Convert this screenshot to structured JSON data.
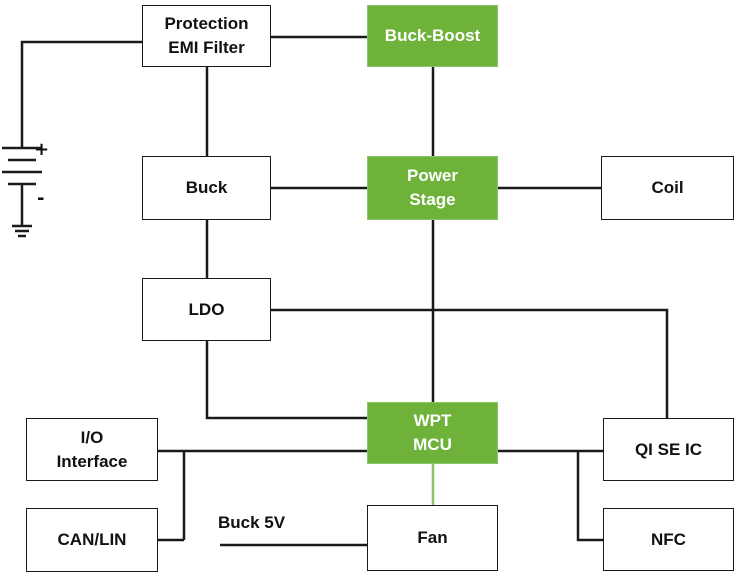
{
  "blocks": {
    "protection": {
      "label": "Protection\nEMI Filter"
    },
    "buck_boost": {
      "label": "Buck-Boost"
    },
    "buck": {
      "label": "Buck"
    },
    "power_stage": {
      "label": "Power\nStage"
    },
    "coil": {
      "label": "Coil"
    },
    "ldo": {
      "label": "LDO"
    },
    "wpt_mcu": {
      "label": "WPT\nMCU"
    },
    "io_interface": {
      "label": "I/O\nInterface"
    },
    "qi_se_ic": {
      "label": "QI SE IC"
    },
    "can_lin": {
      "label": "CAN/LIN"
    },
    "fan": {
      "label": "Fan"
    },
    "nfc": {
      "label": "NFC"
    }
  },
  "battery": {
    "plus": "+",
    "minus": "-"
  },
  "labels": {
    "buck_5v": "Buck 5V"
  },
  "colors": {
    "green_block": "#6fb23a",
    "green_block_border": "#8cc46a",
    "line": "#1a1a1a",
    "fan_link": "#8cc46a"
  }
}
